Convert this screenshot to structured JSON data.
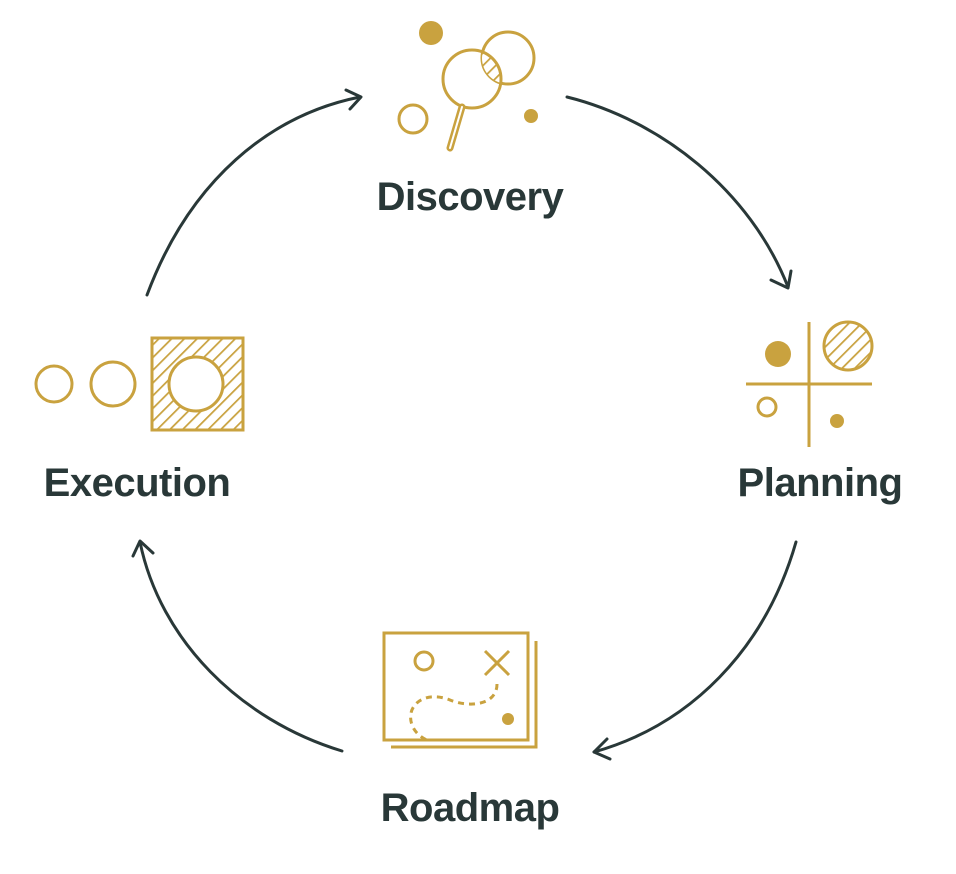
{
  "colors": {
    "accent": "#c9a23f",
    "text": "#293838",
    "arrow": "#293838",
    "background": "#ffffff"
  },
  "stages": {
    "discovery": {
      "label": "Discovery",
      "icon": "magnifying-glass-icon"
    },
    "planning": {
      "label": "Planning",
      "icon": "quadrant-chart-icon"
    },
    "roadmap": {
      "label": "Roadmap",
      "icon": "treasure-map-icon"
    },
    "execution": {
      "label": "Execution",
      "icon": "circles-into-box-icon"
    }
  },
  "cycle_order": [
    "Discovery",
    "Planning",
    "Roadmap",
    "Execution"
  ]
}
